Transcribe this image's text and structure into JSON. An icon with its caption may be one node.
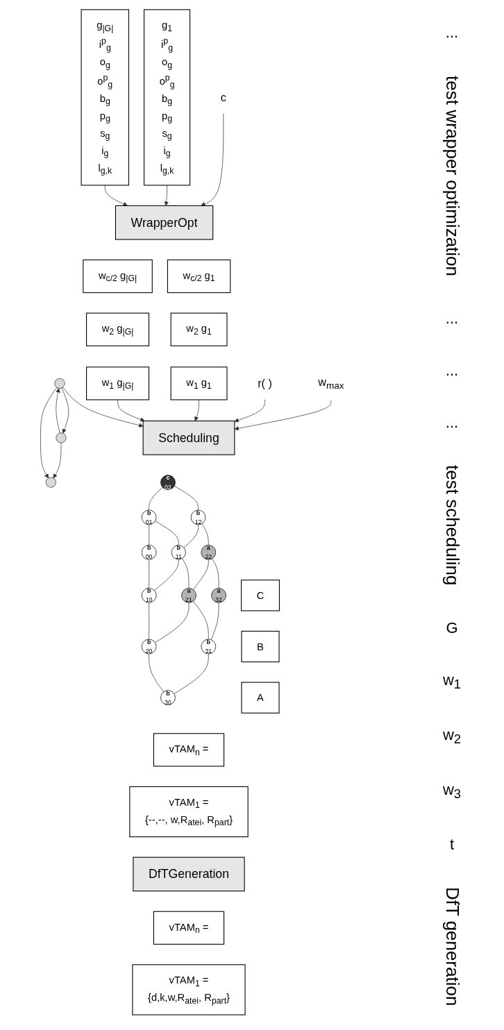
{
  "diagram": {
    "nodes": [
      {
        "text": [
          "g$_{1}$",
          "i$^{p}$$_{g}$",
          "o$_{g}$",
          "o$^{p}$$_{g}$",
          "b$_{g}$",
          "p$_{g}$",
          "s$_{g}$",
          "i$_{g}$",
          "l$_{g,k}$"
        ]
      },
      {
        "text": [
          "g$_{|G|}$",
          "i$^{p}$$_{g}$",
          "o$_{g}$",
          "o$^{p}$$_{g}$",
          "b$_{g}$",
          "p$_{g}$",
          "s$_{g}$",
          "i$_{g}$",
          "l$_{g,k}$"
        ]
      },
      {
        "text": [
          "c"
        ]
      },
      {
        "text": [
          "WrapperOpt"
        ]
      },
      {
        "text": [
          "w$_{c/2}$ g$_{1}$"
        ]
      },
      {
        "text": [
          "w$_{2}$ g$_{1}$"
        ]
      },
      {
        "text": [
          "w$_{1}$ g$_{1}$"
        ]
      },
      {
        "text": [
          "w$_{c/2}$ g$_{|G|}$"
        ]
      },
      {
        "text": [
          "w$_{2}$ g$_{|G|}$"
        ]
      },
      {
        "text": [
          "w$_{1}$ g$_{|G|}$"
        ]
      },
      {
        "text": [
          "r( )"
        ]
      },
      {
        "text": [
          "w$_{max}$"
        ]
      },
      {
        "text": [],
        "shape": "circle"
      },
      {
        "text": [],
        "shape": "circle"
      },
      {
        "text": [],
        "shape": "circle"
      },
      {
        "text": [
          "Scheduling"
        ]
      },
      {
        "text": [
          "c",
          "02"
        ]
      },
      {
        "text": [
          "b",
          "12"
        ]
      },
      {
        "text": [
          "a",
          "22"
        ]
      },
      {
        "text": [
          "a",
          "32"
        ]
      },
      {
        "text": [
          "b",
          "01"
        ]
      },
      {
        "text": [
          "b",
          "11"
        ]
      },
      {
        "text": [
          "a",
          "21"
        ]
      },
      {
        "text": [
          "b",
          "31"
        ]
      },
      {
        "text": [
          "b",
          "00"
        ]
      },
      {
        "text": [
          "b",
          "10"
        ]
      },
      {
        "text": [
          "b",
          "20"
        ]
      },
      {
        "text": [
          "b",
          "30"
        ]
      },
      {
        "text": [
          "C"
        ]
      },
      {
        "text": [
          "B"
        ]
      },
      {
        "text": [
          "A"
        ]
      },
      {
        "text": [
          "vTAM$_{n}$ ="
        ]
      },
      {
        "text": [
          "vTAM$_{1}$ =",
          "{--,--, w,R$_{atei}$, R$_{part}$}"
        ]
      },
      {
        "text": [
          "DfTGeneration"
        ]
      },
      {
        "text": [
          "vTAM$_{n}$ ="
        ]
      },
      {
        "text": [
          "vTAM$_{1}$ =",
          "{d,k,w,R$_{atei}$, R$_{part}$}"
        ]
      }
    ],
    "edges": [
      {
        "from": 2,
        "to": 3,
        "arrow": "to"
      },
      {
        "from": 0,
        "to": 3,
        "arrow": "to"
      },
      {
        "from": 1,
        "to": 3,
        "arrow": "to"
      },
      {
        "from": 11,
        "to": 15,
        "arrow": "to"
      },
      {
        "from": 10,
        "to": 15,
        "arrow": "to"
      },
      {
        "from": 6,
        "to": 15,
        "arrow": "to"
      },
      {
        "from": 9,
        "to": 15,
        "arrow": "to"
      },
      {
        "from": 12,
        "to": 15,
        "arrow": "to"
      },
      {
        "from": 12,
        "to": 13,
        "arrow": "to"
      },
      {
        "from": 13,
        "to": 14,
        "arrow": "to"
      },
      {
        "from": 13,
        "to": 12,
        "arrow": "to"
      },
      {
        "from": 12,
        "to": 14,
        "arrow": "to"
      },
      {
        "from": 16,
        "to": 17,
        "arrow": "none"
      },
      {
        "from": 17,
        "to": 18,
        "arrow": "none"
      },
      {
        "from": 18,
        "to": 19,
        "arrow": "none"
      },
      {
        "from": 16,
        "to": 20,
        "arrow": "none"
      },
      {
        "from": 17,
        "to": 21,
        "arrow": "none"
      },
      {
        "from": 18,
        "to": 22,
        "arrow": "none"
      },
      {
        "from": 19,
        "to": 23,
        "arrow": "none"
      },
      {
        "from": 20,
        "to": 21,
        "arrow": "none"
      },
      {
        "from": 21,
        "to": 22,
        "arrow": "none"
      },
      {
        "from": 22,
        "to": 23,
        "arrow": "none"
      },
      {
        "from": 20,
        "to": 24,
        "arrow": "none"
      },
      {
        "from": 21,
        "to": 25,
        "arrow": "none"
      },
      {
        "from": 22,
        "to": 26,
        "arrow": "none"
      },
      {
        "from": 23,
        "to": 27,
        "arrow": "none"
      },
      {
        "from": 24,
        "to": 25,
        "arrow": "none"
      },
      {
        "from": 25,
        "to": 26,
        "arrow": "none"
      },
      {
        "from": 26,
        "to": 27,
        "arrow": "none"
      }
    ],
    "labels": [
      "...",
      "test wrapper optimization",
      "...",
      "...",
      "...",
      "test scheduling",
      "G",
      "w$_{1}$",
      "w$_{2}$",
      "w$_{3}$",
      "t",
      "DfT generation"
    ]
  }
}
